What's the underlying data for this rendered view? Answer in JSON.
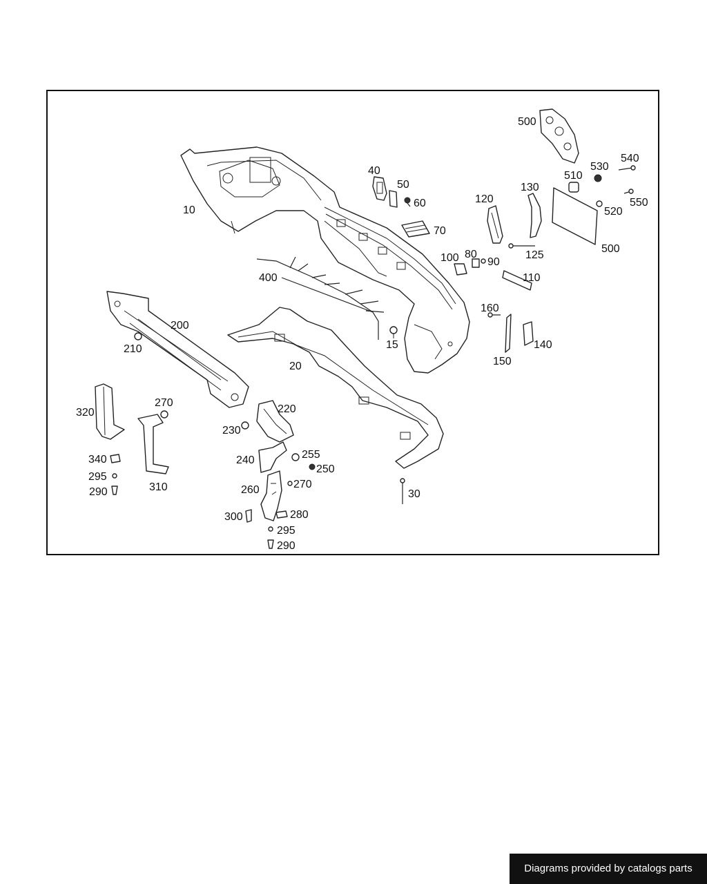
{
  "labels": [
    {
      "id": "500a",
      "text": "500"
    },
    {
      "id": "540",
      "text": "540"
    },
    {
      "id": "530",
      "text": "530"
    },
    {
      "id": "510",
      "text": "510"
    },
    {
      "id": "550",
      "text": "550"
    },
    {
      "id": "520",
      "text": "520"
    },
    {
      "id": "500b",
      "text": "500"
    },
    {
      "id": "40",
      "text": "40"
    },
    {
      "id": "50",
      "text": "50"
    },
    {
      "id": "60",
      "text": "60"
    },
    {
      "id": "70",
      "text": "70"
    },
    {
      "id": "120",
      "text": "120"
    },
    {
      "id": "130",
      "text": "130"
    },
    {
      "id": "125",
      "text": "125"
    },
    {
      "id": "10",
      "text": "10"
    },
    {
      "id": "400",
      "text": "400"
    },
    {
      "id": "100",
      "text": "100"
    },
    {
      "id": "80",
      "text": "80"
    },
    {
      "id": "90",
      "text": "90"
    },
    {
      "id": "110",
      "text": "110"
    },
    {
      "id": "160",
      "text": "160"
    },
    {
      "id": "140",
      "text": "140"
    },
    {
      "id": "150",
      "text": "150"
    },
    {
      "id": "15",
      "text": "15"
    },
    {
      "id": "200",
      "text": "200"
    },
    {
      "id": "210",
      "text": "210"
    },
    {
      "id": "20",
      "text": "20"
    },
    {
      "id": "270a",
      "text": "270"
    },
    {
      "id": "320",
      "text": "320"
    },
    {
      "id": "220",
      "text": "220"
    },
    {
      "id": "230",
      "text": "230"
    },
    {
      "id": "240",
      "text": "240"
    },
    {
      "id": "255",
      "text": "255"
    },
    {
      "id": "250",
      "text": "250"
    },
    {
      "id": "340",
      "text": "340"
    },
    {
      "id": "295a",
      "text": "295"
    },
    {
      "id": "290a",
      "text": "290"
    },
    {
      "id": "310",
      "text": "310"
    },
    {
      "id": "260",
      "text": "260"
    },
    {
      "id": "270b",
      "text": "270"
    },
    {
      "id": "300",
      "text": "300"
    },
    {
      "id": "280",
      "text": "280"
    },
    {
      "id": "295b",
      "text": "295"
    },
    {
      "id": "290b",
      "text": "290"
    },
    {
      "id": "30",
      "text": "30"
    }
  ],
  "credit": "Diagrams provided by catalogs parts"
}
